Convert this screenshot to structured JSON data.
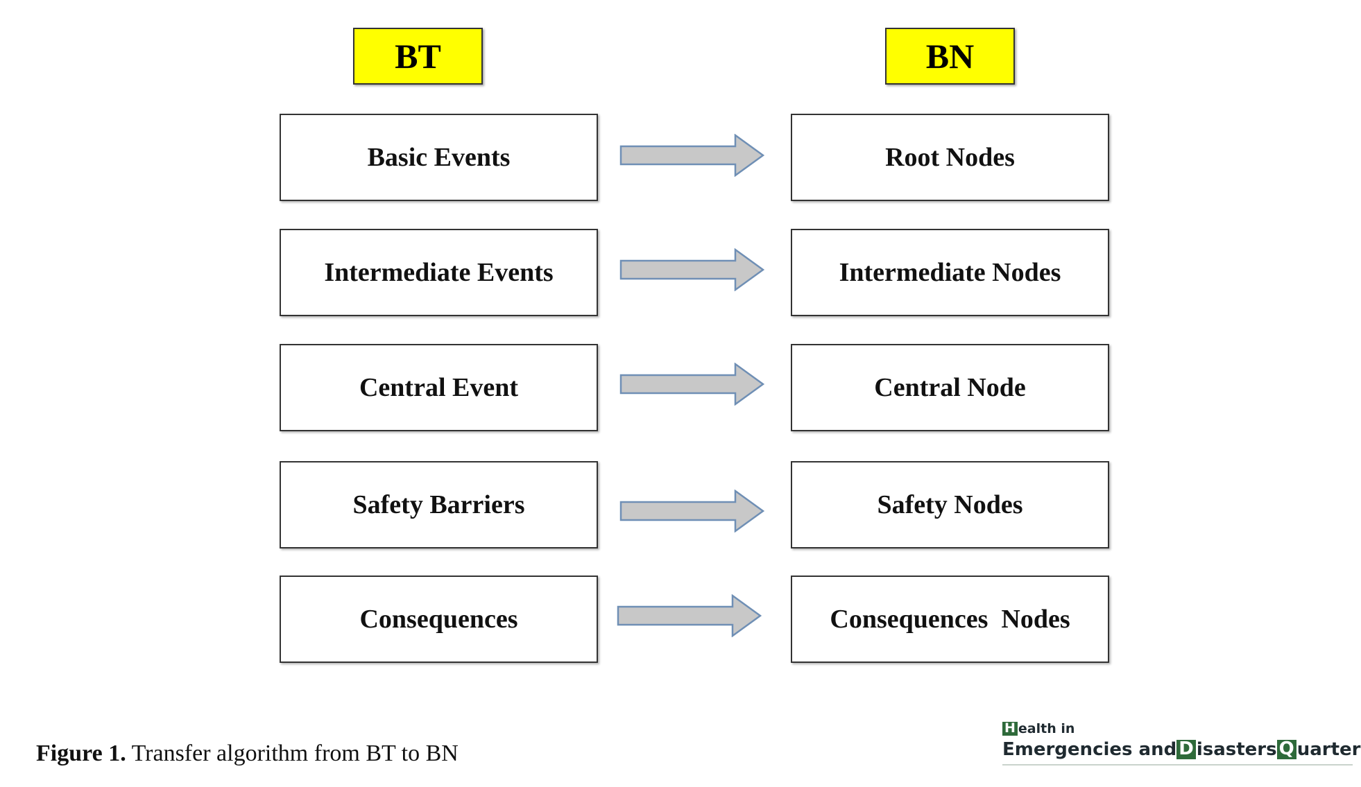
{
  "headers": {
    "left": "BT",
    "right": "BN"
  },
  "rows": [
    {
      "bt": "Basic Events",
      "bn": "Root Nodes"
    },
    {
      "bt": "Intermediate Events",
      "bn": "Intermediate Nodes"
    },
    {
      "bt": "Central Event",
      "bn": "Central Node"
    },
    {
      "bt": "Safety Barriers",
      "bn": "Safety Nodes"
    },
    {
      "bt": "Consequences",
      "bn": "Consequences  Nodes"
    }
  ],
  "caption": {
    "label": "Figure 1.",
    "text": " Transfer algorithm from BT to BN"
  },
  "logo": {
    "line1_letter": "H",
    "line1_rest": "ealth in",
    "word1": "Emergencies and ",
    "letter2": "D",
    "word2": "isasters ",
    "letter3": "Q",
    "word3": "uarterly"
  },
  "colors": {
    "header_fill": "#ffff00",
    "arrow_fill": "#c8c8c8",
    "arrow_stroke": "#6f8fb5",
    "logo_green": "#2e6a3a"
  }
}
